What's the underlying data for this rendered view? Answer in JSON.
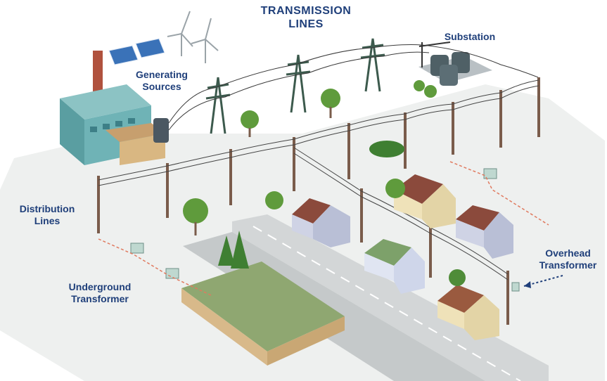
{
  "labels": {
    "transmission_line_1": "TRANSMISSION",
    "transmission_line_2": "LINES",
    "substation": "Substation",
    "generating_1": "Generating",
    "generating_2": "Sources",
    "distribution_1": "Distribution",
    "distribution_2": "Lines",
    "overhead_1": "Overhead",
    "overhead_2": "Transformer",
    "underground_1": "Underground",
    "underground_2": "Transformer"
  },
  "colors": {
    "label_text": "#1f3f7a",
    "ground": "#e6e8e8",
    "road": "#c9cccd",
    "grass": "#cfd9a6",
    "tree": "#5f9b3c",
    "pine": "#3f7f32",
    "pole": "#7a5c4b",
    "tower": "#3c5a4d",
    "factory": "#6fb3b6",
    "house_roof": "#8b4a3c",
    "store_roof": "#8fa771",
    "transformer_box": "#bfd8d0",
    "wire": "#444444",
    "dashed_cable": "#e07a5f"
  },
  "icons": [
    "factory-icon",
    "solar-panel-icon",
    "wind-turbine-icon",
    "transmission-tower-icon",
    "substation-icon",
    "utility-pole-icon",
    "house-icon",
    "store-icon",
    "tree-icon",
    "transformer-box-icon"
  ]
}
